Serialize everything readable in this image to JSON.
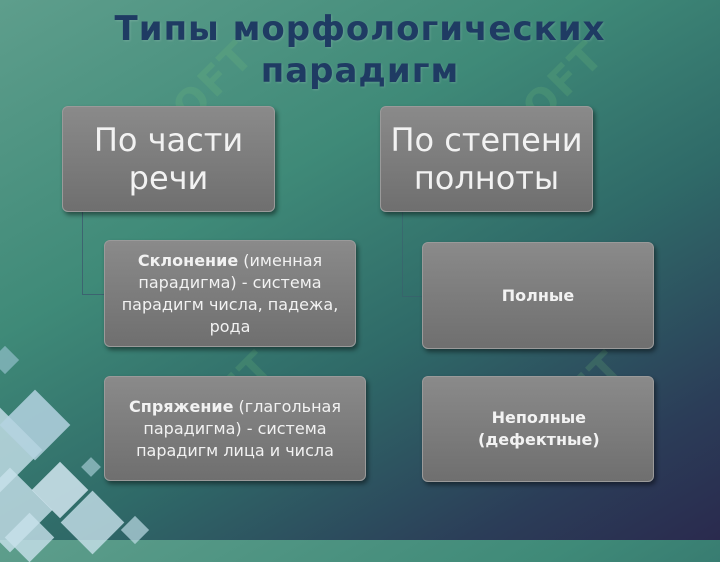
{
  "title_line1": "Типы морфологических",
  "title_line2": "парадигм",
  "watermark": "SOFT",
  "left_header": {
    "line1": "По части",
    "line2": "речи"
  },
  "right_header": {
    "line1": "По степени",
    "line2": "полноты"
  },
  "left_items": [
    {
      "bold": "Склонение",
      "rest": " (именная парадигма) - система парадигм числа, падежа, рода"
    },
    {
      "bold": "Спряжение",
      "rest": " (глагольная парадигма) - система парадигм лица и числа"
    }
  ],
  "right_items": [
    {
      "bold": "Полные"
    },
    {
      "bold": "Неполные (дефектные)"
    }
  ]
}
